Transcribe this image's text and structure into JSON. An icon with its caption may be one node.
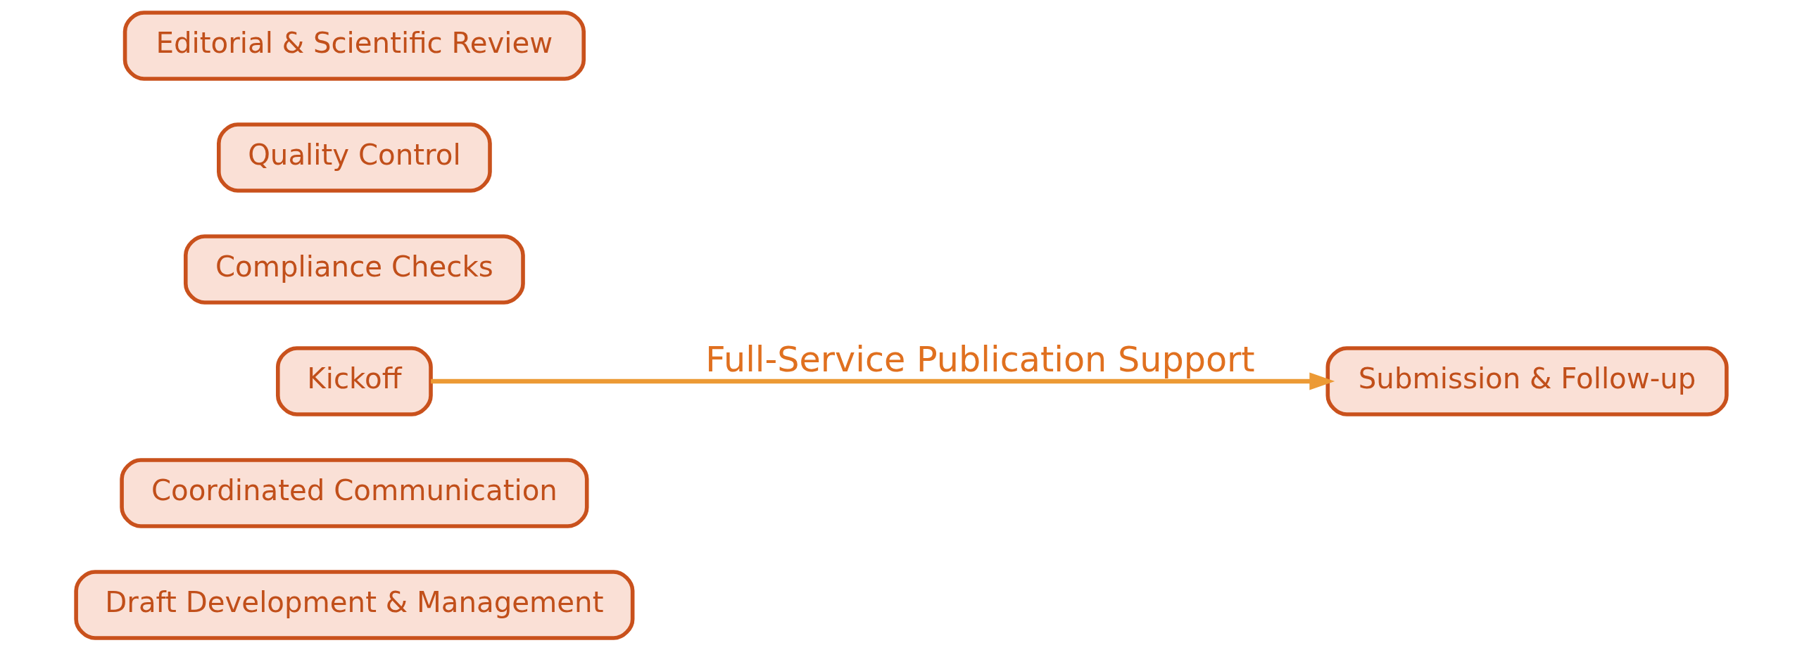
{
  "diagram": {
    "nodes": [
      {
        "text": [
          "Draft Development & Management"
        ]
      },
      {
        "text": [
          "Coordinated Communication"
        ]
      },
      {
        "text": [
          "Kickoff"
        ]
      },
      {
        "text": [
          "Submission & Follow-up"
        ]
      },
      {
        "text": [
          "Compliance Checks"
        ]
      },
      {
        "text": [
          "Quality Control"
        ]
      },
      {
        "text": [
          "Editorial & Scientific Review"
        ]
      }
    ],
    "edges": [
      {
        "from": 2,
        "to": 3,
        "arrow": "to",
        "label": "Full-Service Publication Support"
      }
    ]
  }
}
